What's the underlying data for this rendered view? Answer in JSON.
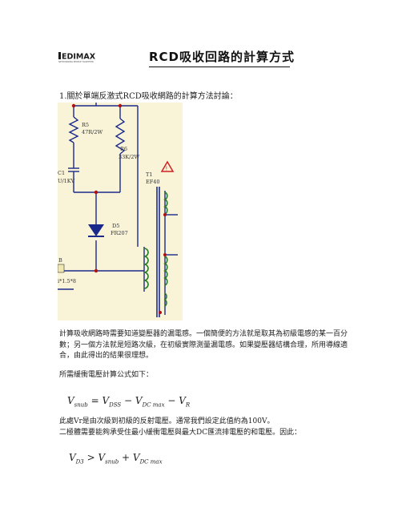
{
  "header": {
    "logo_text": "EDIMAX",
    "logo_tagline": "NETWORKING PEOPLE TOGETHER",
    "title": "RCD吸收回路的計算方式"
  },
  "section": {
    "heading": "1.關於單端反激式RCD吸收網路的計算方法討論："
  },
  "schematic": {
    "r5_name": "R5",
    "r5_value": "47R/2W",
    "r6_name": "R6",
    "r6_value": "33K/2W",
    "c1_name": "C1",
    "c1_value": "U/1KV",
    "t1_name": "T1",
    "t1_value": "EF40",
    "d5_name": "D5",
    "d5_value": "FR207",
    "b_label": "B",
    "b_value": "i*1.5*8"
  },
  "body": {
    "paragraph1": "計算吸收網路時需要知道變壓器的漏電感。一個簡便的方法就是取其為初級電感的某一百分數；另一個方法就是短路次級，在初級實際測量漏電感。如果變壓器結構合理，所用導線適合，由此得出的結果很理想。",
    "paragraph2": "所需緩衝電壓計算公式如下：",
    "paragraph3": "此處Vr是由次級到初級的反射電壓。通常我們設定此值約為100V。\n二極體需要能夠承受住最小緩衝電壓與最大DC匯流排電壓的和電壓。因此："
  },
  "formulas": {
    "f1": {
      "lhs": "V",
      "lhs_sub": "snub",
      "eq": " = ",
      "t1": "V",
      "t1_sub": "DSS",
      "minus1": " − ",
      "t2": "V",
      "t2_sub": "DC max",
      "minus2": " − ",
      "t3": "V",
      "t3_sub": "R"
    },
    "f2": {
      "lhs": "V",
      "lhs_sub": "D3",
      "gt": " > ",
      "t1": "V",
      "t1_sub": "snub",
      "plus": " + ",
      "t2": "V",
      "t2_sub": "DC max"
    }
  },
  "colors": {
    "schematic_bg": "#f9f4d8",
    "wire": "#1a2a8a",
    "node": "#b01010",
    "inductor": "#2a7a2a",
    "warning": "#d02020"
  }
}
